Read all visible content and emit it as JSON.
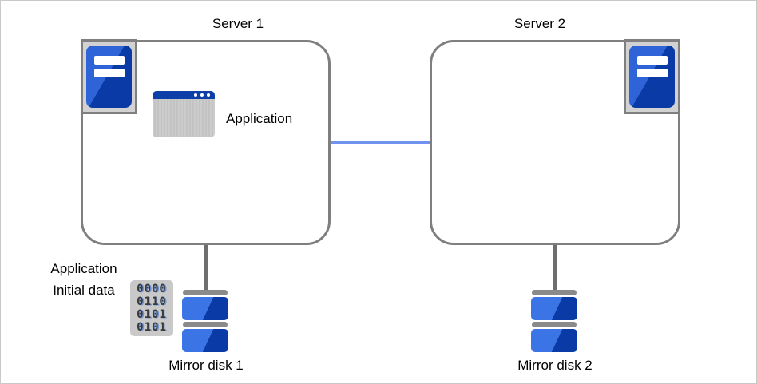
{
  "servers": [
    {
      "title": "Server 1"
    },
    {
      "title": "Server 2"
    }
  ],
  "application": {
    "label": "Application"
  },
  "initial_data": {
    "label_line1": "Application",
    "label_line2": "Initial data",
    "rows": [
      "0000",
      "0110",
      "0101",
      "0101"
    ]
  },
  "disks": [
    {
      "label": "Mirror disk 1"
    },
    {
      "label": "Mirror disk 2"
    }
  ],
  "colors": {
    "page-border": "#c9c9c9",
    "box-border": "#7f7f7f",
    "link-blue": "#7093f0",
    "connector-gray": "#6e6e6e",
    "frame-gray": "#d2d2d2",
    "icon-blue-light": "#2f64d8",
    "icon-blue-dark": "#0a3aa6",
    "disk-blue-light": "#3b74e4",
    "titlebar-blue": "#0c3fa8",
    "icon-gray": "#c9c9c9",
    "cap-gray": "#8a8a8a",
    "digit-color": "#3a3a3a",
    "digit-shadow": "#6f95d6"
  }
}
